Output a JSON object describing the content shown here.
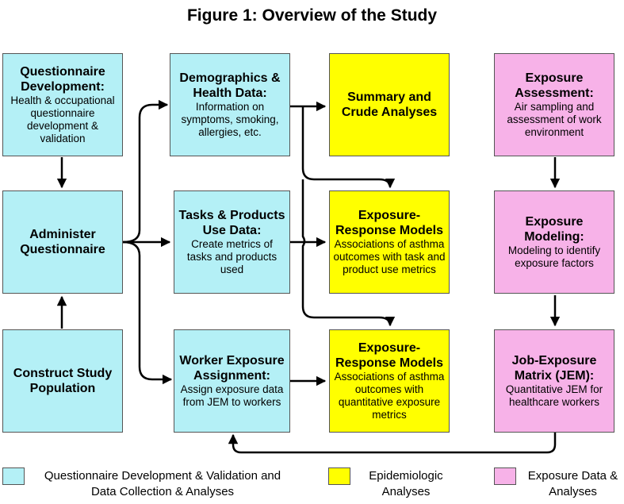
{
  "title": "Figure 1: Overview of the Study",
  "boxes": {
    "qdev": {
      "title": "Questionnaire Development:",
      "body": "Health & occupational questionnaire development & validation"
    },
    "admin": {
      "title": "Administer Questionnaire",
      "body": ""
    },
    "construct": {
      "title": "Construct Study Population",
      "body": ""
    },
    "demo": {
      "title": "Demographics & Health Data:",
      "body": "Information on symptoms, smoking, allergies, etc."
    },
    "tasks": {
      "title": "Tasks & Products Use Data:",
      "body": "Create metrics of tasks and products used"
    },
    "worker": {
      "title": "Worker Exposure Assignment:",
      "body": "Assign exposure data from JEM to workers"
    },
    "summary": {
      "title": "Summary and Crude Analyses",
      "body": ""
    },
    "erm1": {
      "title": "Exposure-Response Models",
      "body": "Associations of asthma outcomes with task and product use metrics"
    },
    "erm2": {
      "title": "Exposure-Response Models",
      "body": "Associations of asthma outcomes with quantitative exposure metrics"
    },
    "expassess": {
      "title": "Exposure Assessment:",
      "body": "Air sampling and assessment of work environment"
    },
    "expmodel": {
      "title": "Exposure Modeling:",
      "body": "Modeling to identify exposure factors"
    },
    "jem": {
      "title": "Job-Exposure Matrix (JEM):",
      "body": "Quantitative JEM for healthcare workers"
    }
  },
  "legend": [
    {
      "label": "Questionnaire Development & Validation and Data Collection & Analyses",
      "color": "#b4f0f6"
    },
    {
      "label": "Epidemiologic Analyses",
      "color": "#ffff00"
    },
    {
      "label": "Exposure Data & Analyses",
      "color": "#f7b2e8"
    }
  ],
  "colors": {
    "cyan": "#b4f0f6",
    "yellow": "#ffff00",
    "pink": "#f7b2e8"
  }
}
